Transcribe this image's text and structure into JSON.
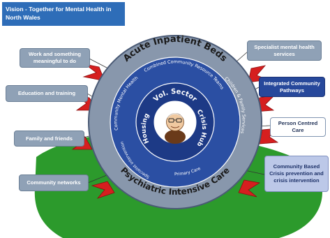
{
  "vision_title": "Vision - Together for Mental Health in North Wales",
  "ring_labels": {
    "outer_top": "Acute Inpatient Beds",
    "outer_bottom": "Psychiatric Intensive Care",
    "middle_top": "Combined Community Resource Teams",
    "middle_left": "Community Mental Health",
    "middle_right": "Children & Family Services",
    "middle_bottom": "Primary Care",
    "middle_bottom_left": "Specialist intervention",
    "inner_top": "Vol. Sector",
    "inner_right": "Crisis Hub",
    "inner_left": "Housing"
  },
  "side_boxes": {
    "work": "Work and something meaningful to do",
    "education": "Education and training",
    "family": "Family and friends",
    "networks": "Community networks",
    "specialist_services": "Specialist mental health services",
    "integrated_pathways": "Integrated Community Pathways",
    "person_centred": "Person Centred Care",
    "crisis": "Community Based Crisis prevention and crisis intervention"
  },
  "colors": {
    "title_bg": "#2e6db8",
    "outer_ring": "#8897ac",
    "middle_ring": "#2b4fa3",
    "inner_ring": "#1d3a86",
    "hill_green": "#2c9a2c",
    "dragon_red": "#d61f1f"
  }
}
